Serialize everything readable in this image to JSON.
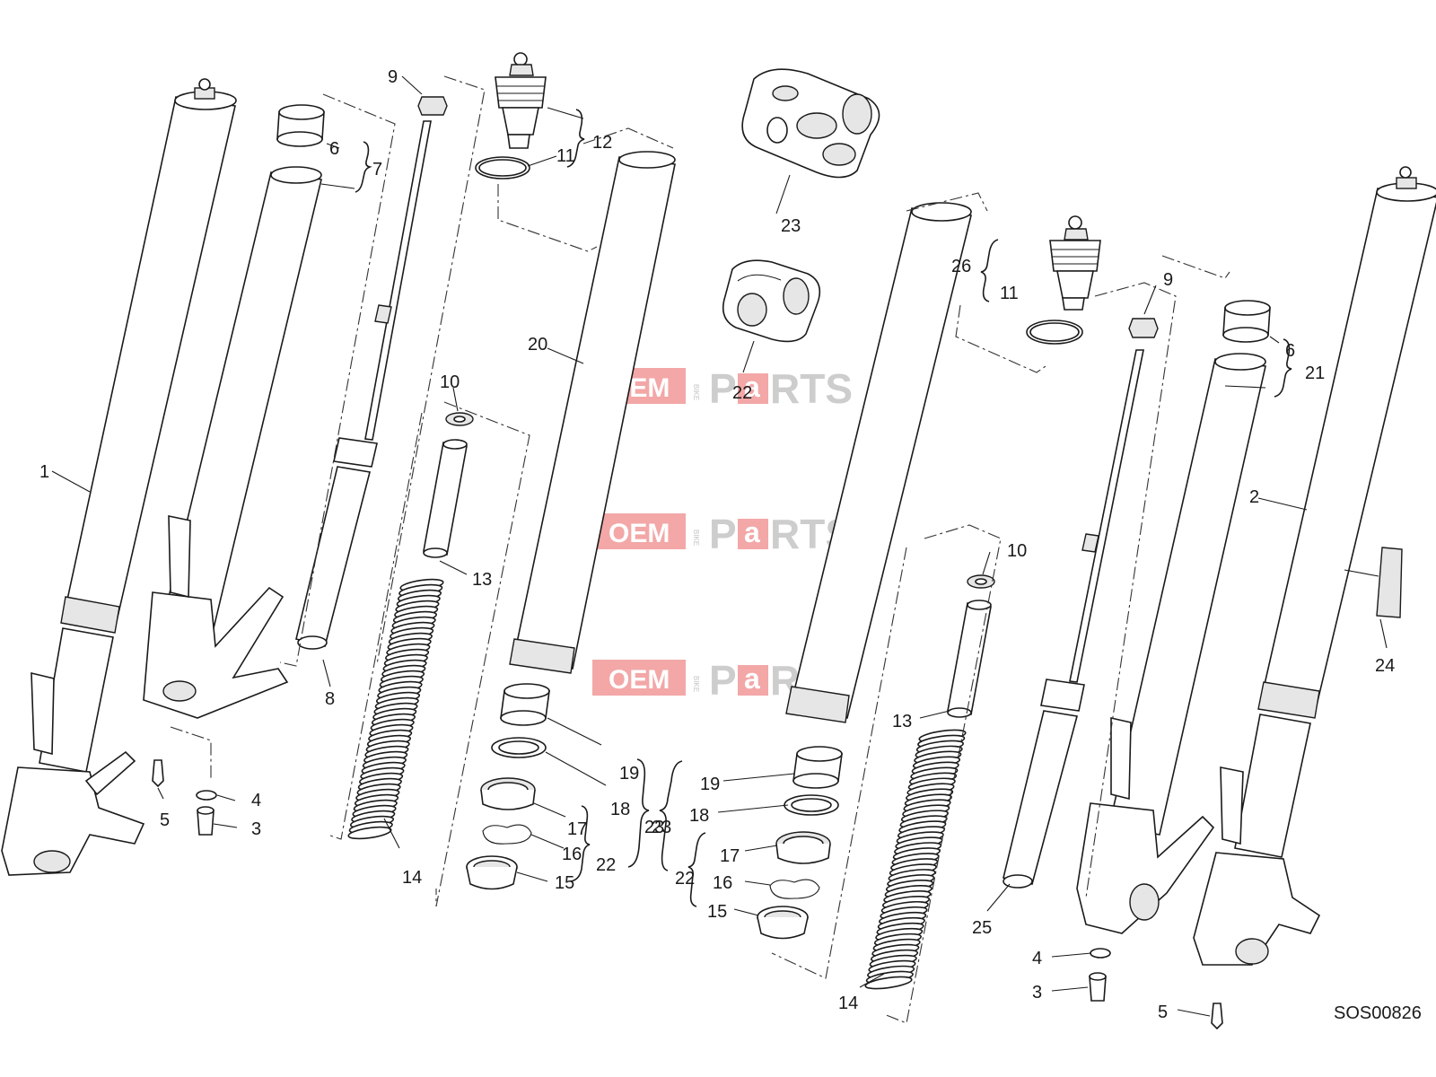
{
  "diagram": {
    "drawing_code": "SOS00826",
    "watermark": {
      "oem": "OEM",
      "bike": "BIKE",
      "p": "P",
      "a": "a",
      "rts": "RTS"
    },
    "accent_color": "#e63b3b",
    "callouts": {
      "left": [
        "1",
        "6",
        "7",
        "9",
        "11",
        "12",
        "8",
        "20",
        "10",
        "13",
        "14",
        "19",
        "18",
        "17",
        "16",
        "15",
        "22",
        "23",
        "5",
        "4",
        "3"
      ],
      "center": [
        "23",
        "22"
      ],
      "right": [
        "26",
        "11",
        "9",
        "6",
        "21",
        "2",
        "10",
        "13",
        "24",
        "19",
        "18",
        "17",
        "16",
        "15",
        "22",
        "23",
        "25",
        "14",
        "4",
        "3",
        "5"
      ]
    }
  }
}
